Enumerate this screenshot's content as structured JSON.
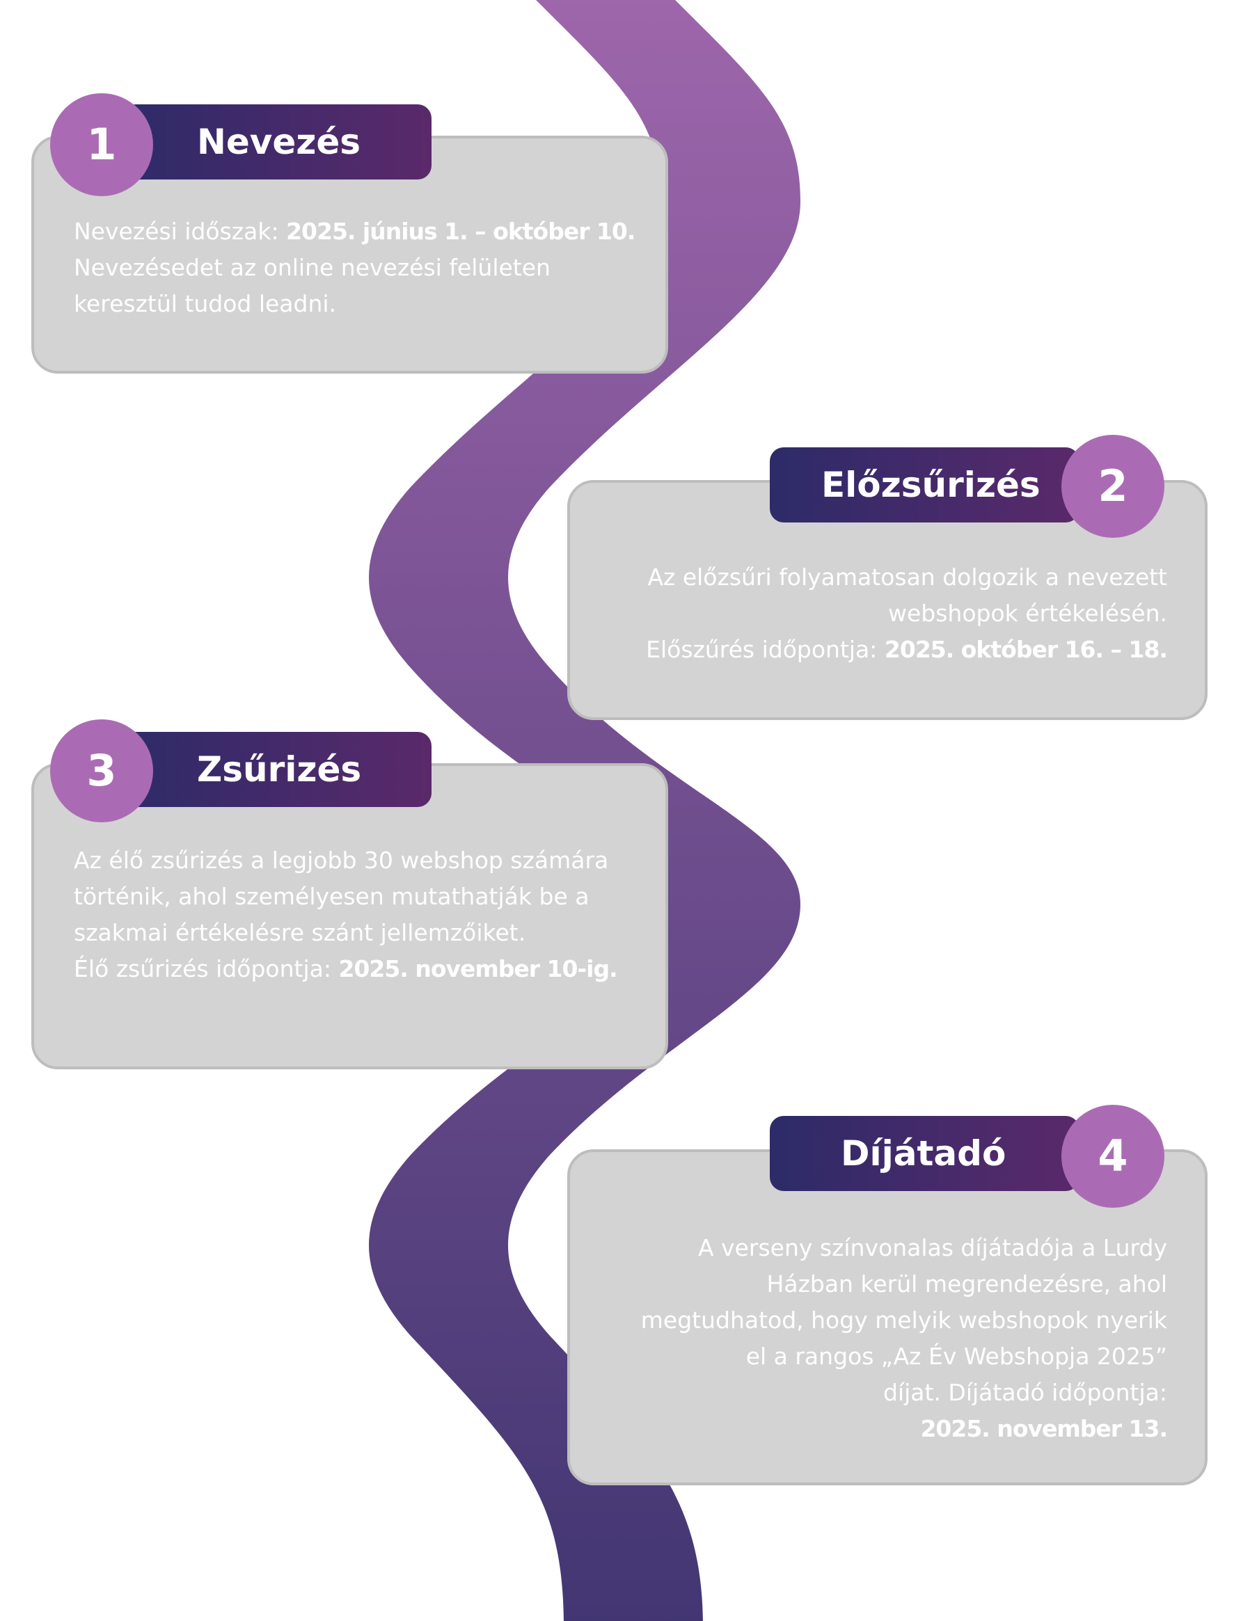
{
  "colors": {
    "wave_top": "#9e66ab",
    "wave_bottom": "#423672",
    "card_bg": "#d3d3d3",
    "card_border": "#bdbdbd",
    "label_start": "#2d2b69",
    "label_end": "#5a296a",
    "circle": "#ab6bb4",
    "text": "#ffffff"
  },
  "steps": [
    {
      "number": "1",
      "title": "Nevezés",
      "lines": [
        {
          "text": "Nevezési időszak: ",
          "bold": "2025. június 1. – október 10."
        },
        {
          "text": "Nevezésedet az online nevezési felületen",
          "bold": ""
        },
        {
          "text": "keresztül tudod leadni.",
          "bold": ""
        }
      ]
    },
    {
      "number": "2",
      "title": "Előzsűrizés",
      "lines": [
        {
          "text": "Az előzsűri folyamatosan dolgozik a nevezett",
          "bold": ""
        },
        {
          "text": "webshopok értékelésén.",
          "bold": ""
        },
        {
          "text": "Előszűrés időpontja: ",
          "bold": "2025. október 16. – 18."
        }
      ]
    },
    {
      "number": "3",
      "title": "Zsűrizés",
      "lines": [
        {
          "text": "Az élő zsűrizés a legjobb 30 webshop számára",
          "bold": ""
        },
        {
          "text": "történik, ahol személyesen mutathatják be a",
          "bold": ""
        },
        {
          "text": "szakmai értékelésre szánt jellemzőiket.",
          "bold": ""
        },
        {
          "text": "Élő zsűrizés időpontja: ",
          "bold": "2025. november 10-ig."
        }
      ]
    },
    {
      "number": "4",
      "title": "Díjátadó",
      "lines": [
        {
          "text": "A verseny színvonalas díjátadója a Lurdy",
          "bold": ""
        },
        {
          "text": "Házban kerül megrendezésre, ahol",
          "bold": ""
        },
        {
          "text": "megtudhatod, hogy melyik webshopok nyerik",
          "bold": ""
        },
        {
          "text": "el a rangos „Az Év Webshopja 2025”",
          "bold": ""
        },
        {
          "text": "díjat. Díjátadó időpontja:",
          "bold": ""
        },
        {
          "text": "",
          "bold": "2025. november 13."
        }
      ]
    }
  ]
}
